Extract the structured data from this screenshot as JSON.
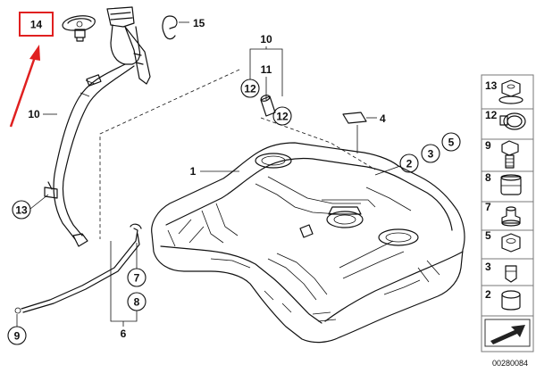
{
  "diagram": {
    "image_id": "00280084",
    "highlight_color": "#e02020",
    "highlighted_part": "14",
    "callouts": {
      "p14": "14",
      "p15": "15",
      "p10_top": "10",
      "p11": "11",
      "p12_a": "12",
      "p12_b": "12",
      "p10_left": "10",
      "p4": "4",
      "p1": "1",
      "p2": "2",
      "p3": "3",
      "p5": "5",
      "p13": "13",
      "p7": "7",
      "p8": "8",
      "p6": "6",
      "p9": "9"
    },
    "sidebar": [
      "13",
      "12",
      "9",
      "8",
      "7",
      "5",
      "3",
      "2"
    ]
  }
}
